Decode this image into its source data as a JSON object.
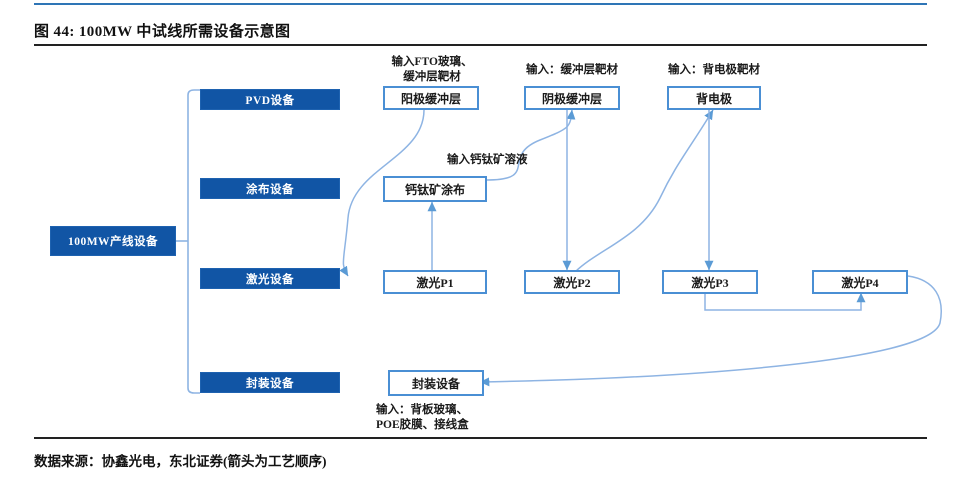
{
  "figure": {
    "title": "图 44: 100MW 中试线所需设备示意图",
    "source": "数据来源：协鑫光电，东北证券(箭头为工艺顺序)"
  },
  "colors": {
    "rule_blue": "#2e75b6",
    "node_fill": "#1155a5",
    "node_outline_border": "#4a8fd4",
    "connector": "#8eb4e3",
    "text": "#1a1a1a"
  },
  "diagram": {
    "root": {
      "label": "100MW产线设备"
    },
    "categories": [
      {
        "label": "PVD设备"
      },
      {
        "label": "涂布设备"
      },
      {
        "label": "激光设备"
      },
      {
        "label": "封装设备"
      }
    ],
    "process_nodes": [
      {
        "label": "阳极缓冲层"
      },
      {
        "label": "阴极缓冲层"
      },
      {
        "label": "背电极"
      },
      {
        "label": "钙钛矿涂布"
      },
      {
        "label": "激光P1"
      },
      {
        "label": "激光P2"
      },
      {
        "label": "激光P3"
      },
      {
        "label": "激光P4"
      },
      {
        "label": "封装设备"
      }
    ],
    "annotations": [
      {
        "text": "输入FTO玻璃、\n缓冲层靶材"
      },
      {
        "text": "输入：缓冲层靶材"
      },
      {
        "text": "输入：背电极靶材"
      },
      {
        "text": "输入钙钛矿溶液"
      },
      {
        "text": "输入：背板玻璃、\nPOE胶膜、接线盒"
      }
    ]
  }
}
